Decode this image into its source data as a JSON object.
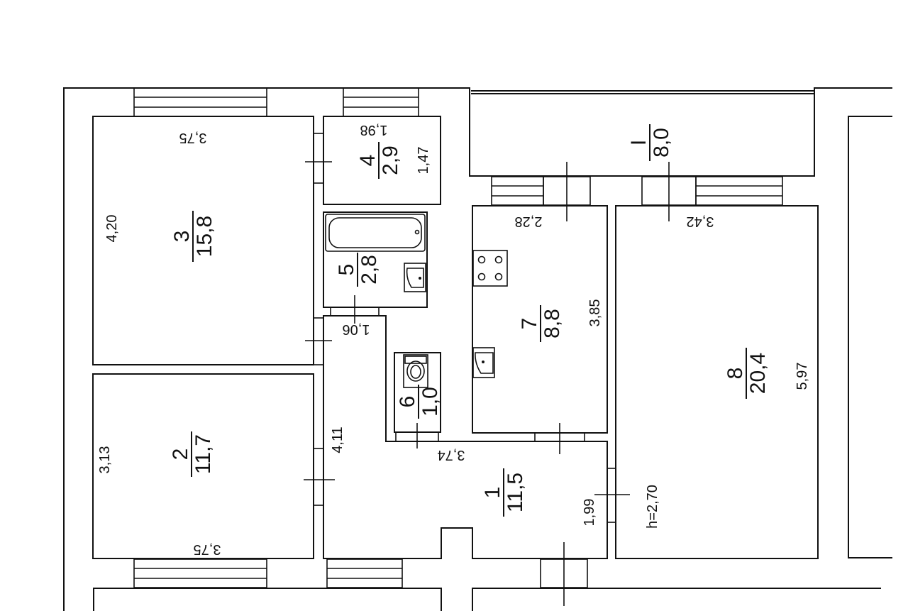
{
  "rooms": [
    {
      "id": "r1",
      "number": "1",
      "area": "11,5"
    },
    {
      "id": "r2",
      "number": "2",
      "area": "11,7"
    },
    {
      "id": "r3",
      "number": "3",
      "area": "15,8"
    },
    {
      "id": "r4",
      "number": "4",
      "area": "2,9"
    },
    {
      "id": "r5",
      "number": "5",
      "area": "2,8"
    },
    {
      "id": "r6",
      "number": "6",
      "area": "1,0"
    },
    {
      "id": "r7",
      "number": "7",
      "area": "8,8"
    },
    {
      "id": "r8",
      "number": "8",
      "area": "20,4"
    },
    {
      "id": "balcony",
      "number": "I",
      "area": "8,0"
    }
  ],
  "dimensions": {
    "r3_width": "3,75",
    "r3_height": "4,20",
    "r4_width": "1,98",
    "r4_height": "1,47",
    "r2_width": "3,75",
    "r2_height": "3,13",
    "hall_width_top": "1,06",
    "hall_height": "4,11",
    "hall_width": "3,74",
    "hall_height_right": "1,99",
    "r7_width": "2,28",
    "r7_height": "3,85",
    "r8_width": "3,42",
    "r8_height": "5,97",
    "ceiling_height": "h=2,70"
  }
}
